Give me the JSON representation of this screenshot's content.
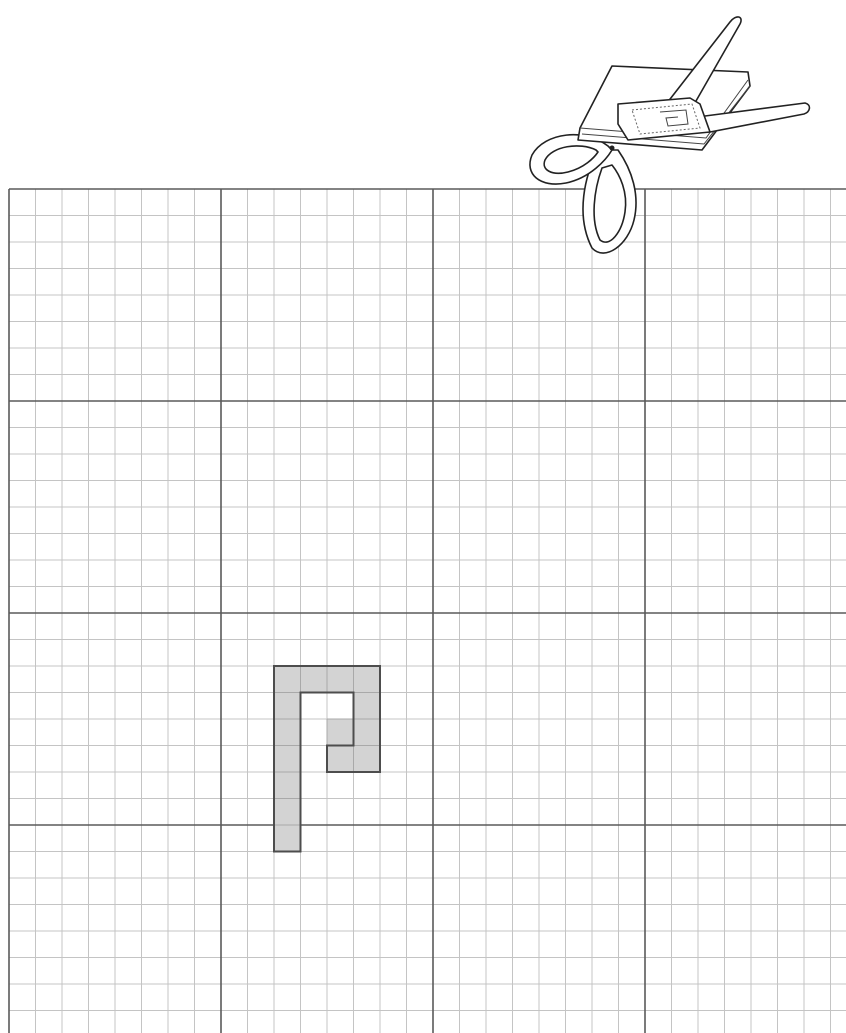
{
  "figure": {
    "type": "grid-paper-diagram",
    "grid": {
      "minor_cells_per_major_cell": 8,
      "major_columns_visible": 4,
      "major_rows_visible": 4,
      "minor_line_color": "#c4c4c4",
      "major_line_color": "#5a5a5a"
    },
    "shaded_shape": {
      "description_icon": "spiral-hook-shape",
      "fill_color": "#d3d3d3",
      "outline_color": "#4d4d4d",
      "cells": [
        [
          0,
          0
        ],
        [
          1,
          0
        ],
        [
          2,
          0
        ],
        [
          3,
          0
        ],
        [
          0,
          1
        ],
        [
          3,
          1
        ],
        [
          0,
          2
        ],
        [
          2,
          2
        ],
        [
          3,
          2
        ],
        [
          0,
          3
        ],
        [
          2,
          3
        ],
        [
          3,
          3
        ],
        [
          0,
          4
        ],
        [
          0,
          5
        ],
        [
          0,
          6
        ]
      ]
    },
    "illustration": {
      "icon": "scissors-cutting-folded-paper-icon"
    }
  }
}
